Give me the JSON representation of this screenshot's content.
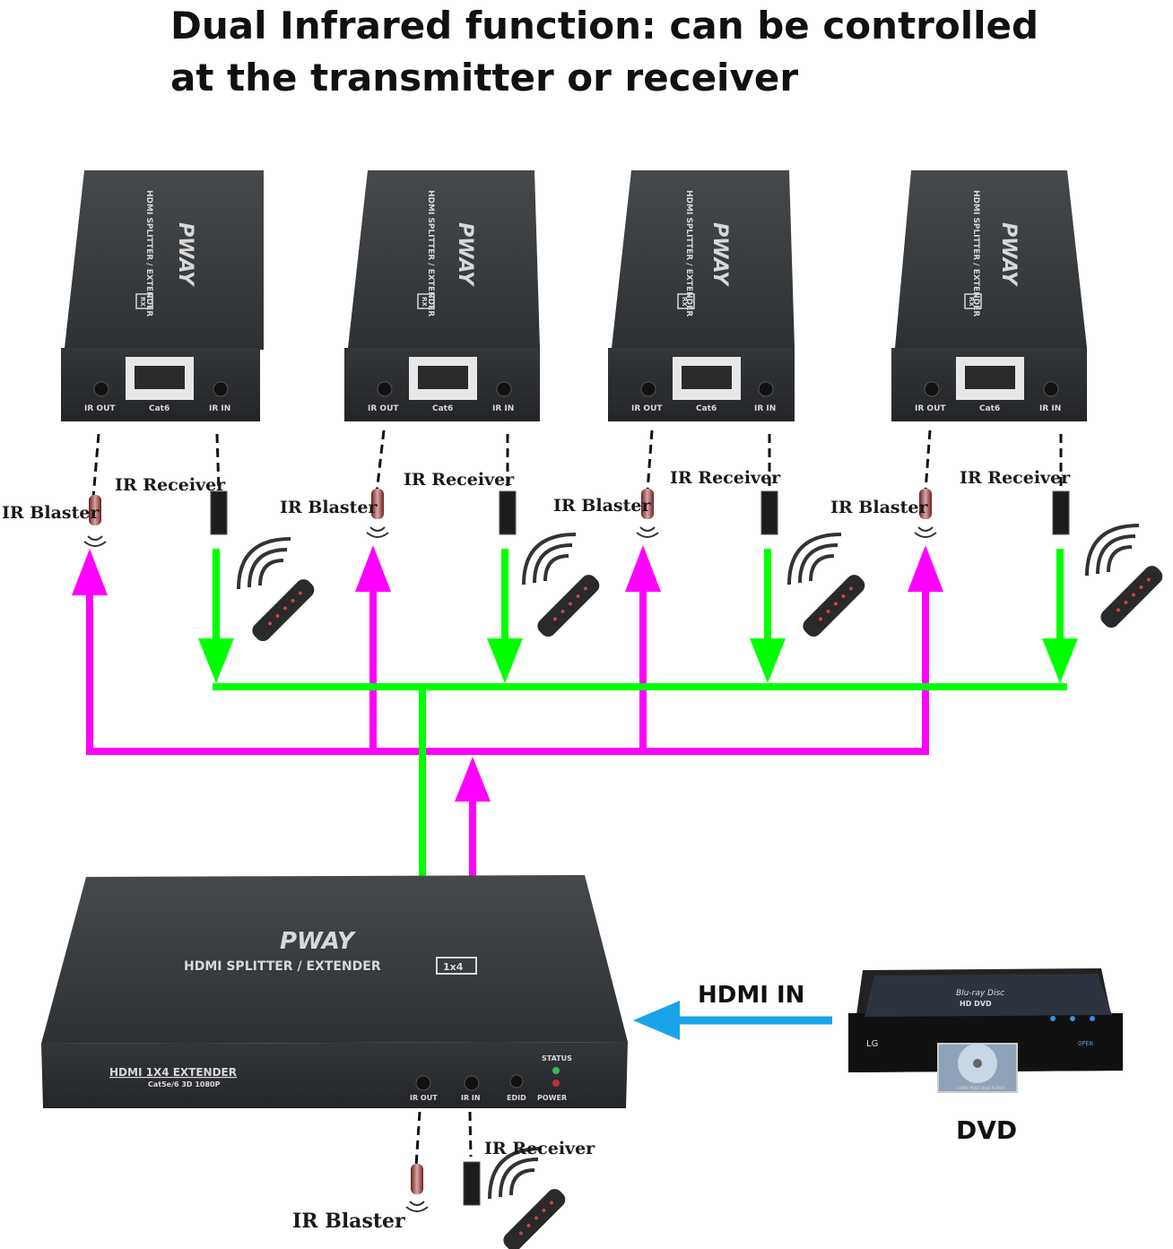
{
  "title": {
    "line1": "Dual Infrared function: can be controlled",
    "line2": "at the transmitter or receiver"
  },
  "receivers": [
    {
      "brand": "PWAY",
      "model": "HDMI SPLITTER / EXTENDER",
      "badge": "RX",
      "port_ir_out": "IR OUT",
      "port_cat6": "Cat6",
      "port_ir_in": "IR IN",
      "blaster_label": "IR Blaster",
      "receiver_label": "IR Receiver"
    },
    {
      "brand": "PWAY",
      "model": "HDMI SPLITTER / EXTENDER",
      "badge": "RX",
      "port_ir_out": "IR OUT",
      "port_cat6": "Cat6",
      "port_ir_in": "IR IN",
      "blaster_label": "IR Blaster",
      "receiver_label": "IR Receiver"
    },
    {
      "brand": "PWAY",
      "model": "HDMI SPLITTER / EXTENDER",
      "badge": "RX",
      "port_ir_out": "IR OUT",
      "port_cat6": "Cat6",
      "port_ir_in": "IR IN",
      "blaster_label": "IR Blaster",
      "receiver_label": "IR Receiver"
    },
    {
      "brand": "PWAY",
      "model": "HDMI SPLITTER / EXTENDER",
      "badge": "RX",
      "port_ir_out": "IR OUT",
      "port_cat6": "Cat6",
      "port_ir_in": "IR IN",
      "blaster_label": "IR Blaster",
      "receiver_label": "IR Receiver"
    }
  ],
  "transmitter": {
    "brand": "PWAY",
    "model": "HDMI SPLITTER / EXTENDER",
    "badge": "1x4",
    "panel_title": "HDMI 1X4 EXTENDER",
    "panel_sub": "Cat5e/6  3D  1080P",
    "port_ir_out": "IR OUT",
    "port_ir_in": "IR IN",
    "port_edid": "EDID",
    "port_power": "POWER",
    "status": "STATUS",
    "blaster_label": "IR Blaster",
    "receiver_label": "IR Receiver"
  },
  "hdmi_in_label": "HDMI IN",
  "dvd": {
    "label": "DVD",
    "brand": "LG",
    "disc_logo": "Blu-ray Disc",
    "hd_logo": "HD DVD",
    "display": "OPEN",
    "tray_text": "SUPER MULTI BLUE PLAYER"
  },
  "colors": {
    "ir_signal_up": "#ff00ff",
    "ir_signal_down": "#00ff00",
    "hdmi_arrow": "#1aa3e8",
    "device_body": "#3a3d40"
  }
}
